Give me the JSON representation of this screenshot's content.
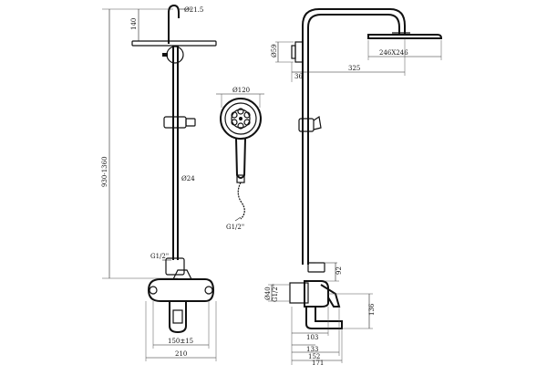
{
  "labels": {
    "total_height": "930-1360",
    "top_height": "140",
    "top_pipe_dia": "Ø21.5",
    "bar_dia": "Ø24",
    "left_thread": "G1/2\"",
    "mixer_width": "150±15",
    "base_width": "210",
    "hand_head_dia": "Ø120",
    "hose_thread": "G1/2\"",
    "wall_dia": "Ø59",
    "wall_offset": "36",
    "arm_reach": "325",
    "head_size": "246X246",
    "valve_height": "92",
    "side_dia": "Ø40",
    "side_thread": "G1/2\"",
    "spout_height": "136",
    "depth_103": "103",
    "depth_133": "133",
    "depth_152": "152",
    "depth_171": "171"
  }
}
